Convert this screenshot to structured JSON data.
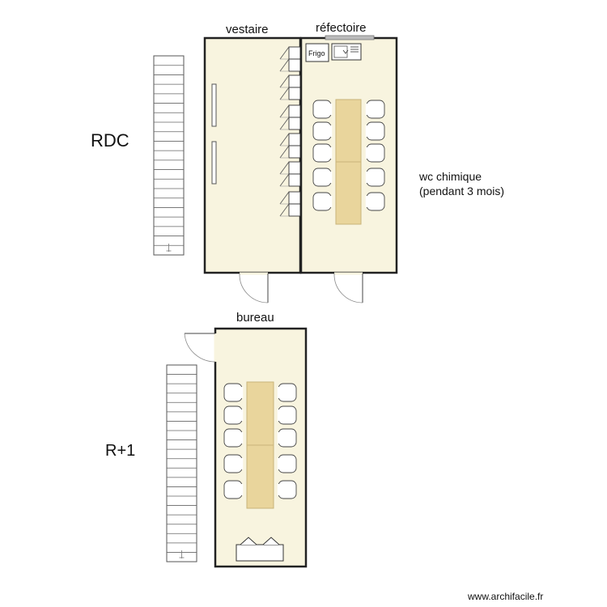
{
  "levels": {
    "ground": "RDC",
    "upper": "R+1"
  },
  "rooms": {
    "vestiaire": "vestaire",
    "refectoire": "réfectoire",
    "bureau": "bureau"
  },
  "fixtures": {
    "fridge": "Frigo"
  },
  "notes": {
    "wc_line1": "wc chimique",
    "wc_line2": "(pendant 3 mois)"
  },
  "watermark": "www.archifacile.fr",
  "colors": {
    "floor": "#f8f4df",
    "wall": "#222222",
    "table": "#e9d59c",
    "table_edge": "#c9b47a"
  }
}
